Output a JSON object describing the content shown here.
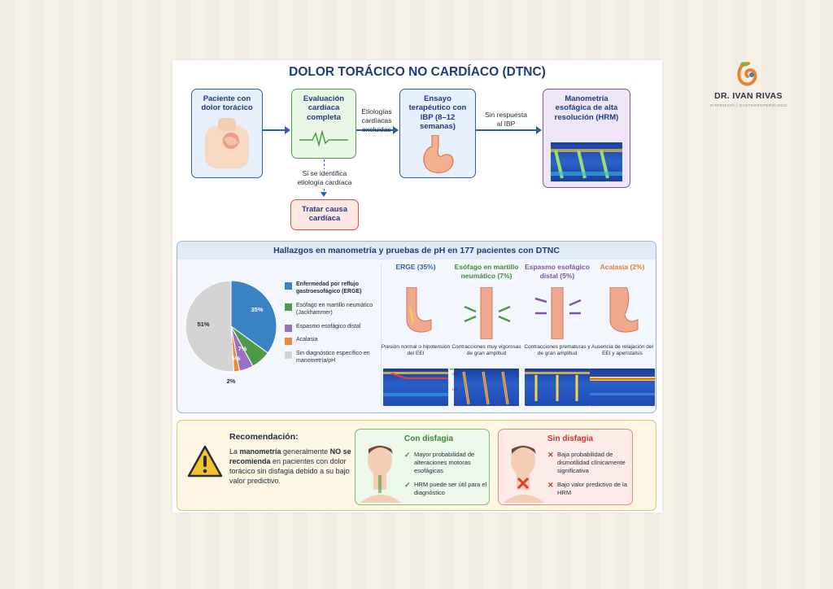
{
  "title": "DOLOR TORÁCICO NO CARDÍACO (DTNC)",
  "flow": {
    "node1": "Paciente con dolor torácico",
    "node2": "Evaluación cardíaca completa",
    "node3": "Ensayo terapéutico con IBP (8–12 semanas)",
    "node4": "Manometría esofágica de alta resolución (HRM)",
    "node5": "Tratar causa cardíaca",
    "arrow_excluded": "Etiologías cardíacas excluidas",
    "arrow_no_response": "Sin respuesta al IBP",
    "arrow_cardiac": "Si se identifica etiología cardíaca"
  },
  "findings": {
    "title": "Hallazgos en manometría y pruebas de pH en 177 pacientes con DTNC"
  },
  "chart_data": {
    "type": "pie",
    "slices": [
      {
        "label": "Enfermedad por reflujo gastroesofágico (ERGE)",
        "value": 35,
        "value_label": "35%",
        "color": "#3b82c4"
      },
      {
        "label": "Esófago en martillo neumático (Jackhammer)",
        "value": 7,
        "value_label": "7%",
        "color": "#4f9a47"
      },
      {
        "label": "Espasmo esofágico distal",
        "value": 5,
        "value_label": "5%",
        "color": "#9b6fc4"
      },
      {
        "label": "Acalasia",
        "value": 2,
        "value_label": "2%",
        "color": "#ea8a3c"
      },
      {
        "label": "Sin diagnóstico específico en manometría/pH",
        "value": 51,
        "value_label": "51%",
        "color": "#d4d4d4"
      }
    ]
  },
  "columns": [
    {
      "title": "ERGE (35%)",
      "desc": "Presión normal o hipotensión del EEI",
      "color": "#2f5ea8"
    },
    {
      "title": "Esófago en martillo neumático (7%)",
      "desc": "Contracciones muy vigorosas de gran amplitud",
      "color": "#3e8a36"
    },
    {
      "title": "Espasmo esofágico distal (5%)",
      "desc": "Contracciones prematuras y de gran amplitud",
      "color": "#7a54a8"
    },
    {
      "title": "Acalasia (2%)",
      "desc": "Ausencia de relajación del EEI y aperistalsis",
      "color": "#e07a2c"
    }
  ],
  "axis_ticks": [
    "200",
    "100",
    "0"
  ],
  "axis_unit": "mmHg",
  "recommendation": {
    "title": "Recomendación:",
    "t1": "La ",
    "b1": "manometría",
    "t2": " generalmente ",
    "b2": "NO se recomienda",
    "t3": " en pacientes con dolor torácico sin disfagia debido a su bajo valor predictivo."
  },
  "with_dysphagia": {
    "title": "Con disfagia",
    "p1": "Mayor probabilidad de alteraciones motoras esofágicas",
    "p2": "HRM puede ser útil para el diagnóstico"
  },
  "without_dysphagia": {
    "title": "Sin disfagia",
    "p1": "Baja probabilidad de dismotilidad clínicamente significativa",
    "p2": "Bajo valor predictivo de la HRM"
  },
  "brand": {
    "name": "DR. IVAN RIVAS",
    "sub": "INTERNISTA | GASTROENTERÓLOGO"
  },
  "icons": [
    "heartbeat-icon",
    "stomach-icon",
    "warning-icon",
    "check-icon",
    "cross-icon"
  ]
}
